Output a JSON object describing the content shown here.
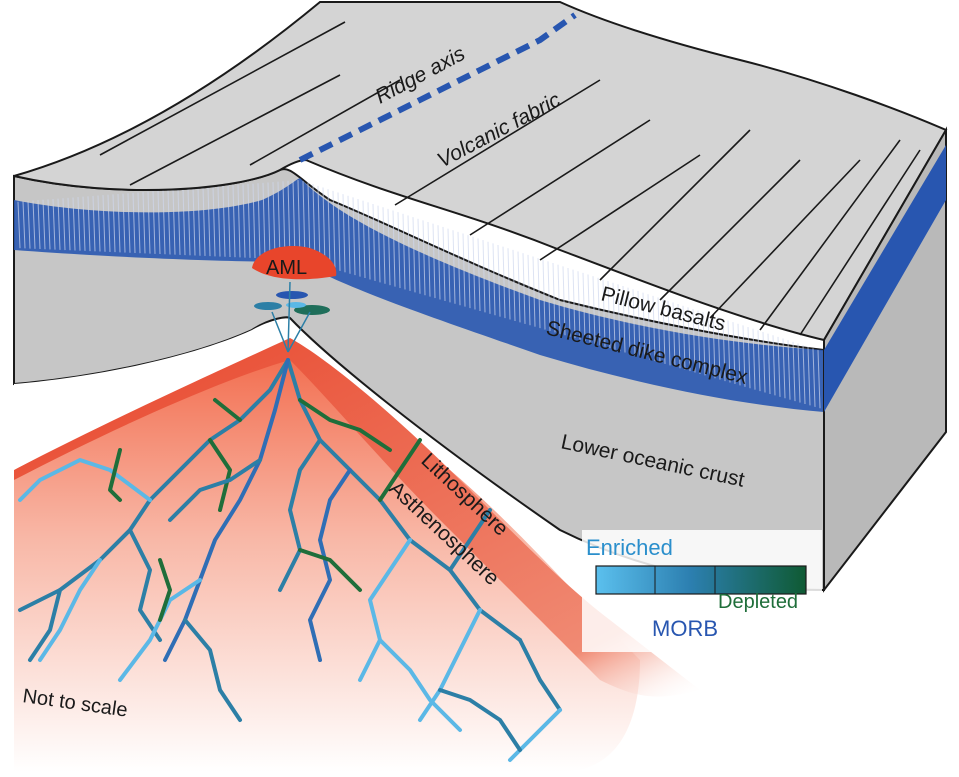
{
  "labels": {
    "ridge_axis": "Ridge axis",
    "volcanic_fabric": "Volcanic fabric",
    "aml": "AML",
    "pillow_basalts": "Pillow basalts",
    "sheeted_dike_complex": "Sheeted dike complex",
    "lower_oceanic_crust": "Lower oceanic crust",
    "lithosphere": "Lithosphere",
    "asthenosphere": "Asthenosphere",
    "not_to_scale": "Not to scale"
  },
  "legend": {
    "enriched": "Enriched",
    "depleted": "Depleted",
    "morb": "MORB"
  },
  "colors": {
    "seafloor_top": "#d4d4d4",
    "crust": "#c6c6c6",
    "crust_side": "#b9b9b9",
    "dike": "#2856b0",
    "lithosphere": "#e8452b",
    "melt_enriched": "#5bb8e6",
    "melt_mid": "#2c7fa6",
    "melt_depleted": "#1f6e3a",
    "outline": "#1a1a1a"
  }
}
